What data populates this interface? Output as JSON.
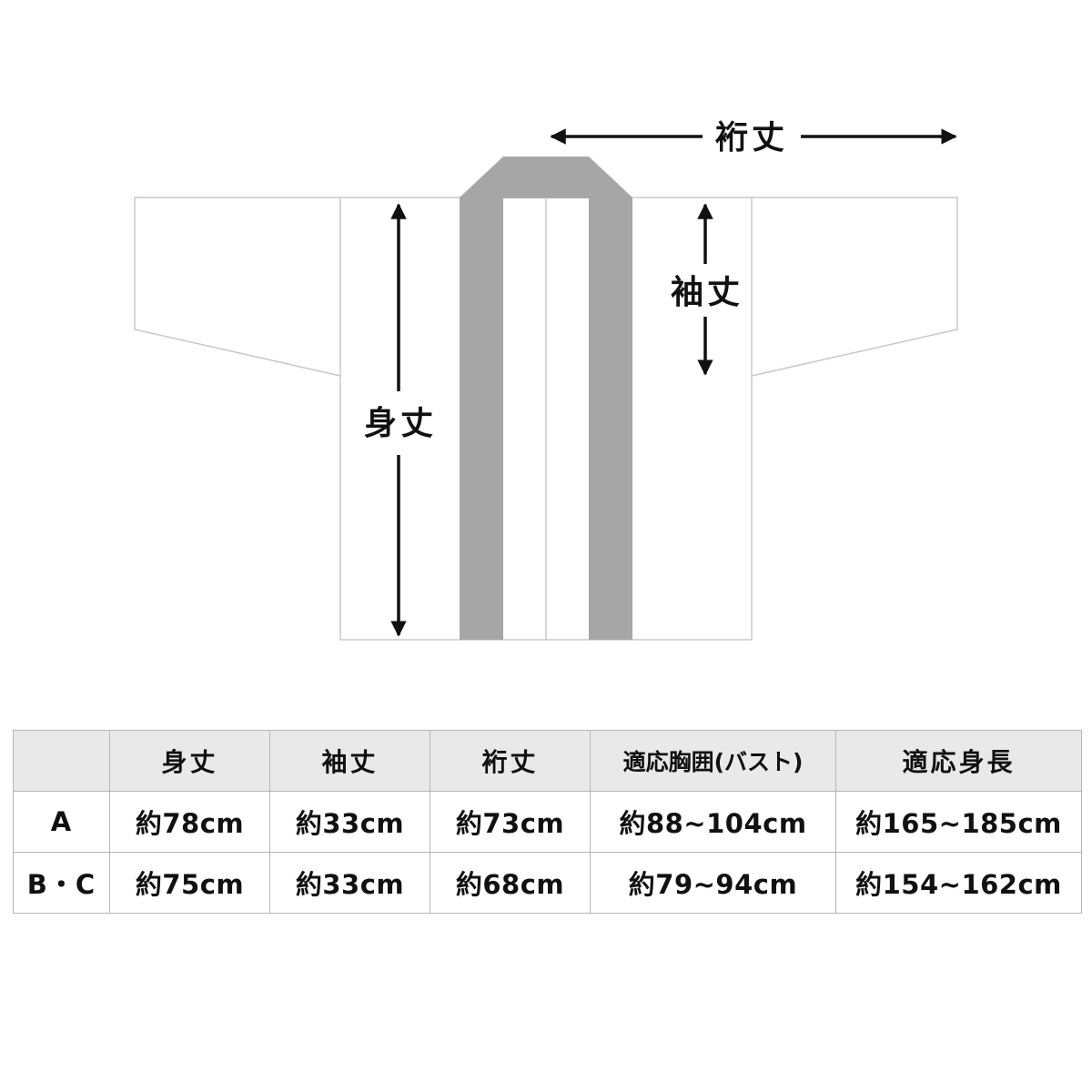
{
  "diagram": {
    "labels": {
      "yuki": "裄丈",
      "sode": "袖丈",
      "mitake": "身丈"
    },
    "colors": {
      "outline": "#c8c8c8",
      "collar": "#a6a6a6",
      "arrow": "#111111"
    }
  },
  "table": {
    "headers": [
      "",
      "身丈",
      "袖丈",
      "裄丈",
      "適応胸囲(バスト)",
      "適応身長"
    ],
    "rows": [
      {
        "label": "A",
        "cells": [
          "約78cm",
          "約33cm",
          "約73cm",
          "約88~104cm",
          "約165~185cm"
        ]
      },
      {
        "label": "B・C",
        "cells": [
          "約75cm",
          "約33cm",
          "約68cm",
          "約79~94cm",
          "約154~162cm"
        ]
      }
    ],
    "colors": {
      "header_bg": "#e9e9ea",
      "border": "#b5b5b5"
    }
  }
}
